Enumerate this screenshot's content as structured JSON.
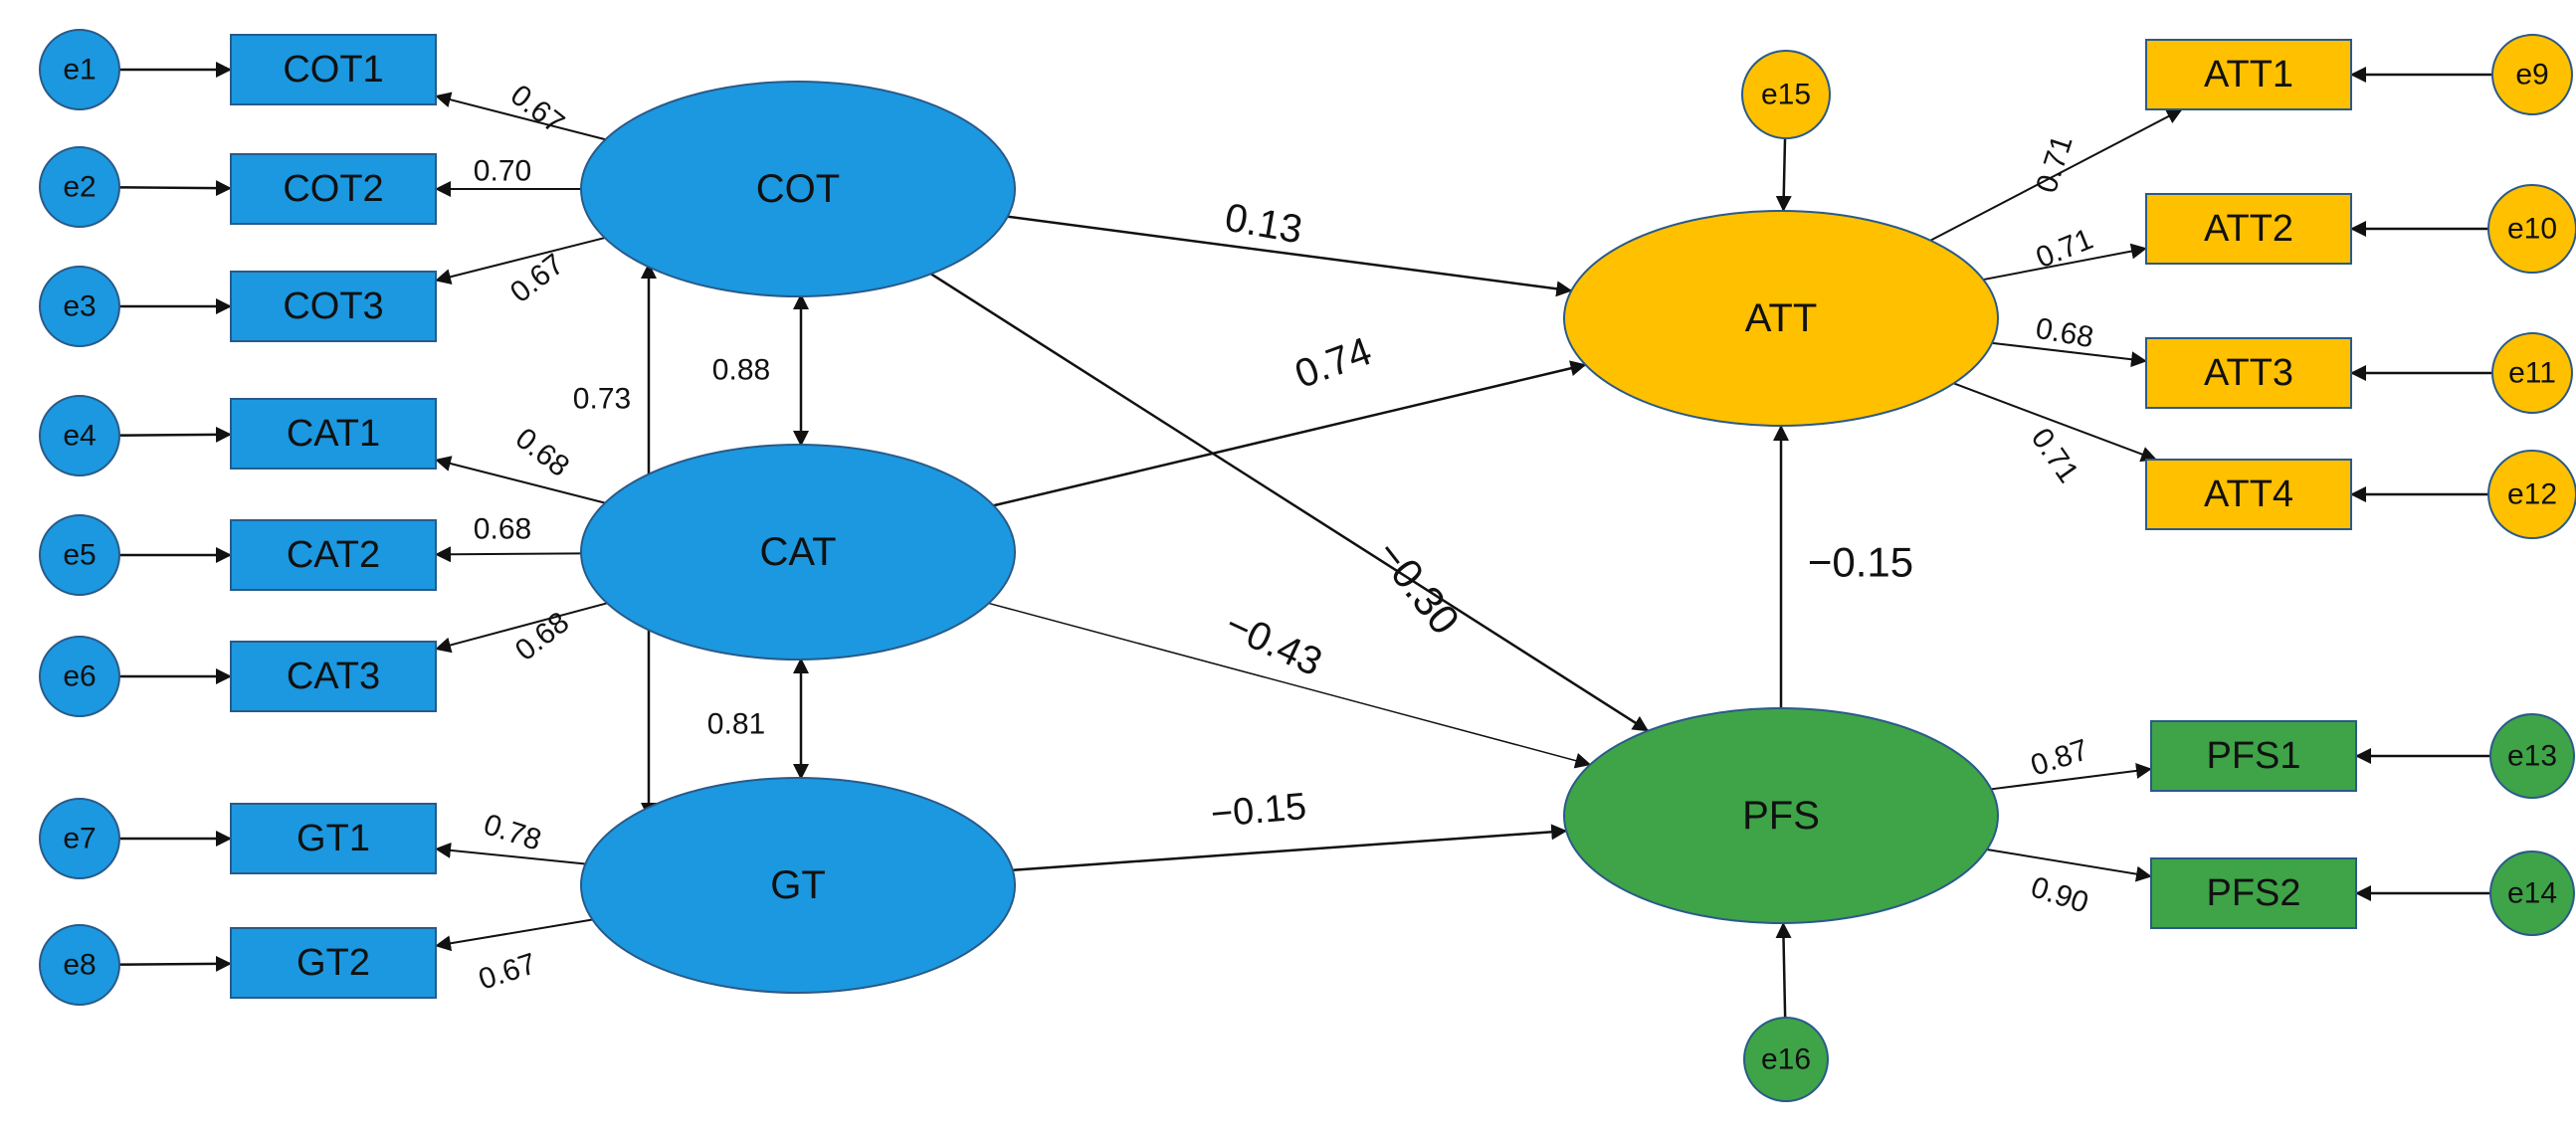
{
  "colors": {
    "blue": "#1b98e0",
    "orange": "#ffc000",
    "green": "#3fa348",
    "line": "#111111"
  },
  "errors": [
    {
      "id": "e1",
      "label": "e1",
      "group": "blue"
    },
    {
      "id": "e2",
      "label": "e2",
      "group": "blue"
    },
    {
      "id": "e3",
      "label": "e3",
      "group": "blue"
    },
    {
      "id": "e4",
      "label": "e4",
      "group": "blue"
    },
    {
      "id": "e5",
      "label": "e5",
      "group": "blue"
    },
    {
      "id": "e6",
      "label": "e6",
      "group": "blue"
    },
    {
      "id": "e7",
      "label": "e7",
      "group": "blue"
    },
    {
      "id": "e8",
      "label": "e8",
      "group": "blue"
    },
    {
      "id": "e9",
      "label": "e9",
      "group": "orange"
    },
    {
      "id": "e10",
      "label": "e10",
      "group": "orange"
    },
    {
      "id": "e11",
      "label": "e11",
      "group": "orange"
    },
    {
      "id": "e12",
      "label": "e12",
      "group": "orange"
    },
    {
      "id": "e13",
      "label": "e13",
      "group": "green"
    },
    {
      "id": "e14",
      "label": "e14",
      "group": "green"
    },
    {
      "id": "e15",
      "label": "e15",
      "group": "orange"
    },
    {
      "id": "e16",
      "label": "e16",
      "group": "green"
    }
  ],
  "indicators": [
    {
      "id": "COT1",
      "label": "COT1",
      "group": "blue"
    },
    {
      "id": "COT2",
      "label": "COT2",
      "group": "blue"
    },
    {
      "id": "COT3",
      "label": "COT3",
      "group": "blue"
    },
    {
      "id": "CAT1",
      "label": "CAT1",
      "group": "blue"
    },
    {
      "id": "CAT2",
      "label": "CAT2",
      "group": "blue"
    },
    {
      "id": "CAT3",
      "label": "CAT3",
      "group": "blue"
    },
    {
      "id": "GT1",
      "label": "GT1",
      "group": "blue"
    },
    {
      "id": "GT2",
      "label": "GT2",
      "group": "blue"
    },
    {
      "id": "ATT1",
      "label": "ATT1",
      "group": "orange"
    },
    {
      "id": "ATT2",
      "label": "ATT2",
      "group": "orange"
    },
    {
      "id": "ATT3",
      "label": "ATT3",
      "group": "orange"
    },
    {
      "id": "ATT4",
      "label": "ATT4",
      "group": "orange"
    },
    {
      "id": "PFS1",
      "label": "PFS1",
      "group": "green"
    },
    {
      "id": "PFS2",
      "label": "PFS2",
      "group": "green"
    }
  ],
  "latents": [
    {
      "id": "COT",
      "label": "COT",
      "group": "blue"
    },
    {
      "id": "CAT",
      "label": "CAT",
      "group": "blue"
    },
    {
      "id": "GT",
      "label": "GT",
      "group": "blue"
    },
    {
      "id": "ATT",
      "label": "ATT",
      "group": "orange"
    },
    {
      "id": "PFS",
      "label": "PFS",
      "group": "green"
    }
  ],
  "loadings": [
    {
      "latent": "COT",
      "indicator": "COT1",
      "value": "0.67"
    },
    {
      "latent": "COT",
      "indicator": "COT2",
      "value": "0.70"
    },
    {
      "latent": "COT",
      "indicator": "COT3",
      "value": "0.67"
    },
    {
      "latent": "CAT",
      "indicator": "CAT1",
      "value": "0.68"
    },
    {
      "latent": "CAT",
      "indicator": "CAT2",
      "value": "0.68"
    },
    {
      "latent": "CAT",
      "indicator": "CAT3",
      "value": "0.68"
    },
    {
      "latent": "GT",
      "indicator": "GT1",
      "value": "0.78"
    },
    {
      "latent": "GT",
      "indicator": "GT2",
      "value": "0.67"
    },
    {
      "latent": "ATT",
      "indicator": "ATT1",
      "value": "0.71"
    },
    {
      "latent": "ATT",
      "indicator": "ATT2",
      "value": "0.71"
    },
    {
      "latent": "ATT",
      "indicator": "ATT3",
      "value": "0.68"
    },
    {
      "latent": "ATT",
      "indicator": "ATT4",
      "value": "0.71"
    },
    {
      "latent": "PFS",
      "indicator": "PFS1",
      "value": "0.87"
    },
    {
      "latent": "PFS",
      "indicator": "PFS2",
      "value": "0.90"
    }
  ],
  "error_links": [
    {
      "from": "e1",
      "to": "COT1"
    },
    {
      "from": "e2",
      "to": "COT2"
    },
    {
      "from": "e3",
      "to": "COT3"
    },
    {
      "from": "e4",
      "to": "CAT1"
    },
    {
      "from": "e5",
      "to": "CAT2"
    },
    {
      "from": "e6",
      "to": "CAT3"
    },
    {
      "from": "e7",
      "to": "GT1"
    },
    {
      "from": "e8",
      "to": "GT2"
    },
    {
      "from": "e9",
      "to": "ATT1"
    },
    {
      "from": "e10",
      "to": "ATT2"
    },
    {
      "from": "e11",
      "to": "ATT3"
    },
    {
      "from": "e12",
      "to": "ATT4"
    },
    {
      "from": "e13",
      "to": "PFS1"
    },
    {
      "from": "e14",
      "to": "PFS2"
    },
    {
      "from": "e15",
      "to": "ATT"
    },
    {
      "from": "e16",
      "to": "PFS"
    }
  ],
  "covariances": [
    {
      "a": "COT",
      "b": "CAT",
      "value": "0.88"
    },
    {
      "a": "CAT",
      "b": "GT",
      "value": "0.81"
    },
    {
      "a": "COT",
      "b": "GT",
      "value": "0.73"
    }
  ],
  "paths": [
    {
      "from": "COT",
      "to": "ATT",
      "value": "0.13"
    },
    {
      "from": "CAT",
      "to": "ATT",
      "value": "0.74"
    },
    {
      "from": "COT",
      "to": "PFS",
      "value": "−0.30"
    },
    {
      "from": "CAT",
      "to": "PFS",
      "value": "−0.43"
    },
    {
      "from": "GT",
      "to": "PFS",
      "value": "−0.15"
    },
    {
      "from": "PFS",
      "to": "ATT",
      "value": "−0.15"
    }
  ]
}
